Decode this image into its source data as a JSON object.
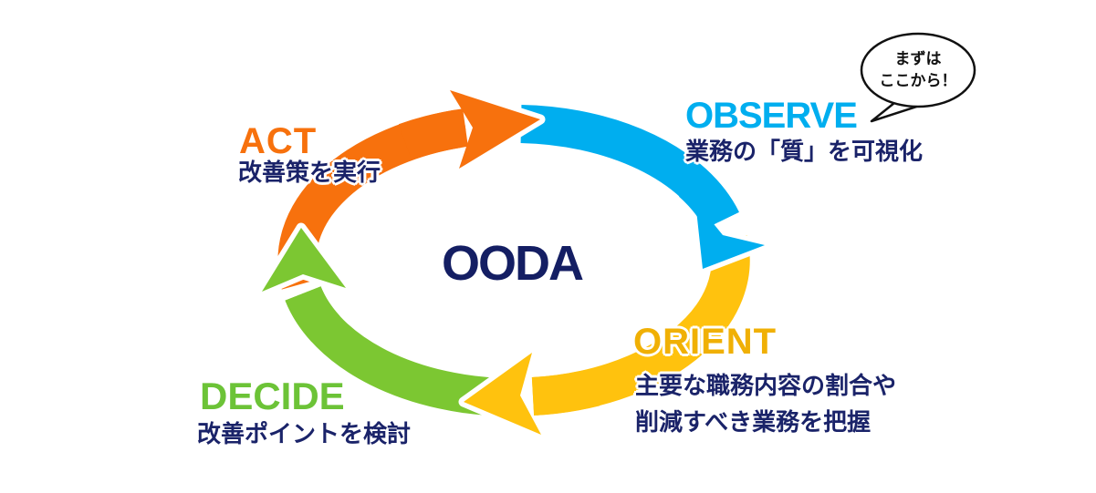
{
  "diagram": {
    "center_label": "OODA",
    "bubble": {
      "line1": "まずは",
      "line2": "ここから！"
    },
    "steps": {
      "act": {
        "label": "ACT",
        "desc": "改善策を実行",
        "arrow_color": "#F7710D",
        "label_color": "#F7710D"
      },
      "observe": {
        "label": "OBSERVE",
        "desc": "業務の「質」を可視化",
        "arrow_color": "#00AEEF",
        "label_color": "#00AEEF"
      },
      "orient": {
        "label": "ORIENT",
        "desc_line1": "主要な職務内容の割合や",
        "desc_line2": "削減すべき業務を把握",
        "arrow_color": "#FFC20E",
        "label_color": "#F0B005"
      },
      "decide": {
        "label": "DECIDE",
        "desc": "改善ポイントを検討",
        "arrow_color": "#7CC732",
        "label_color": "#6CC337"
      }
    },
    "text_color_navy": "#1A2369",
    "center_color": "#141E63",
    "flow_order": "ACT → OBSERVE → ORIENT → DECIDE → ACT"
  }
}
